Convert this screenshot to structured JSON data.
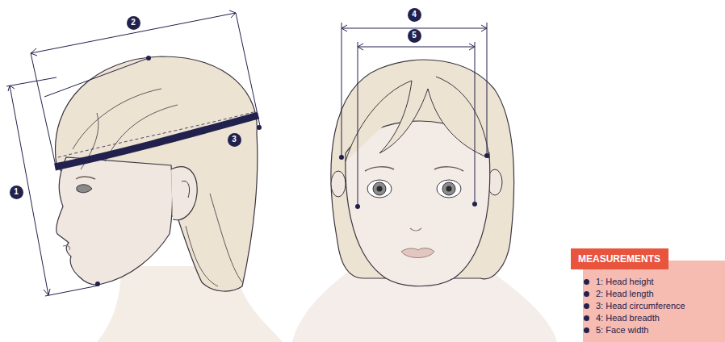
{
  "diagram": {
    "nodes": [
      {
        "text": [
          "MEASUREMENTS"
        ]
      }
    ],
    "labels": [
      "2",
      "1",
      "3",
      "4",
      "5"
    ],
    "legend": [
      {
        "text": "1: Head height",
        "color": "#22214d"
      },
      {
        "text": "2: Head length",
        "color": "#22214d"
      },
      {
        "text": "3: Head circumference",
        "color": "#22214d"
      },
      {
        "text": "4: Head breadth",
        "color": "#22214d"
      },
      {
        "text": "5: Face width",
        "color": "#22214d"
      }
    ]
  }
}
